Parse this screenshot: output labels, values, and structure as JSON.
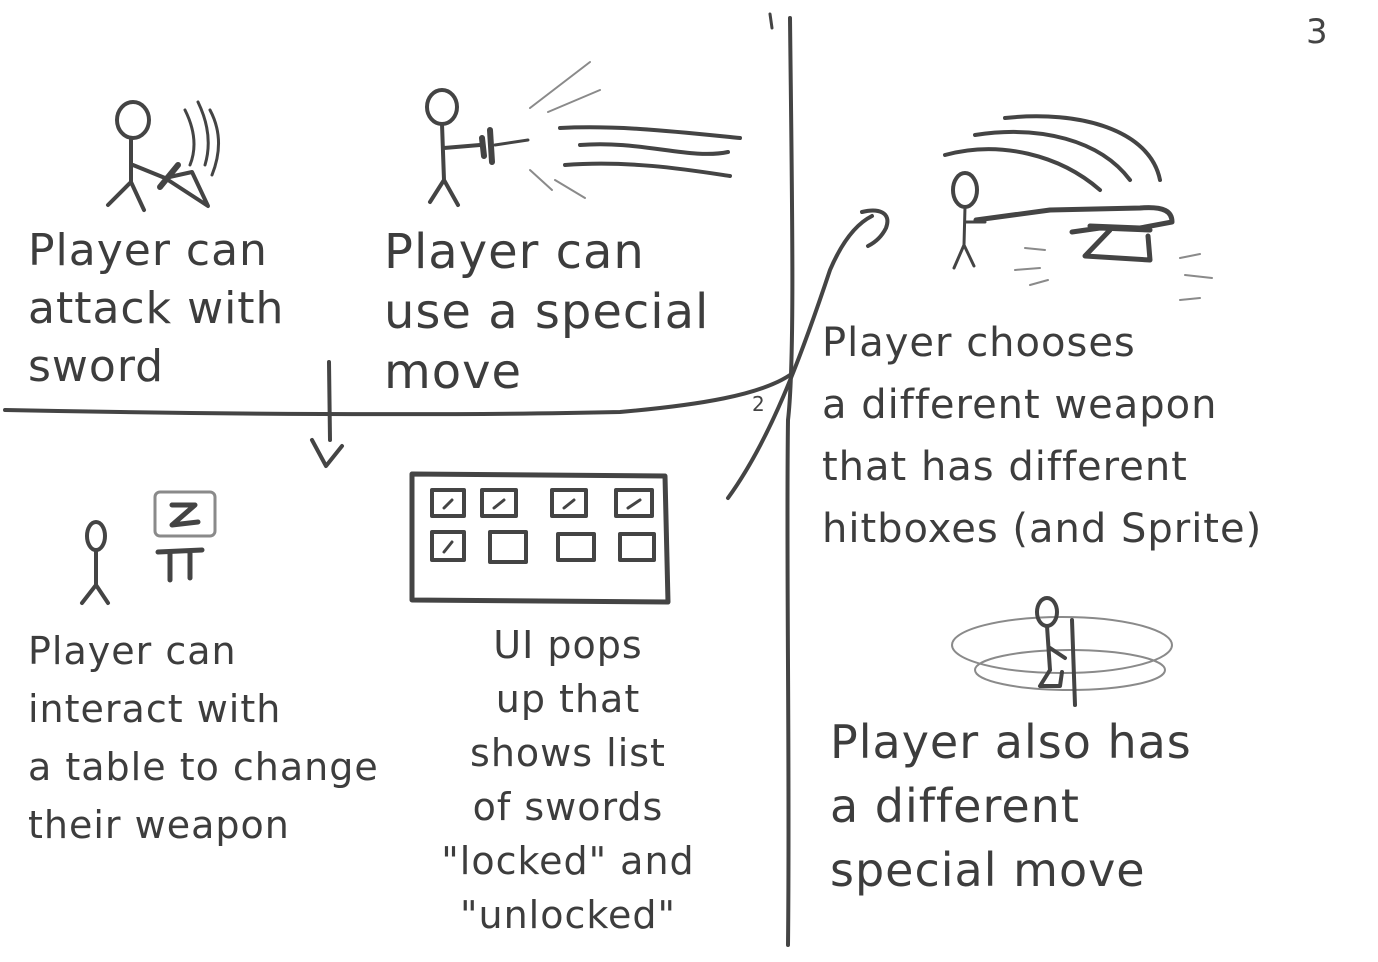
{
  "page": {
    "number": "3"
  },
  "connector": {
    "label": "2"
  },
  "panels": [
    {
      "id": "attack",
      "caption": "Player can\nattack with\nsword",
      "icon": "stick-figure-sword-swing-icon"
    },
    {
      "id": "special",
      "caption": "Player can\nuse a special\nmove",
      "icon": "stick-figure-special-beam-icon"
    },
    {
      "id": "table",
      "caption": "Player can\ninteract with\na table to change\ntheir weapon",
      "icon": "stick-figure-table-icon",
      "prompt_key": "Z"
    },
    {
      "id": "ui",
      "caption": "UI pops\nup that\nshows list\nof swords\n\"locked\" and\n\"unlocked\"",
      "icon": "weapon-grid-ui-icon",
      "grid": {
        "rows": 2,
        "cols": 4,
        "slots": [
          "unlocked",
          "unlocked",
          "unlocked",
          "unlocked",
          "unlocked",
          "locked",
          "locked",
          "locked"
        ]
      }
    },
    {
      "id": "new-weapon",
      "caption": "Player chooses\na different weapon\nthat has different\nhitboxes (and Sprite)",
      "icon": "stick-figure-big-weapon-icon"
    },
    {
      "id": "new-special",
      "caption": "Player also has\na different\nspecial move",
      "icon": "stick-figure-spin-attack-icon"
    }
  ]
}
